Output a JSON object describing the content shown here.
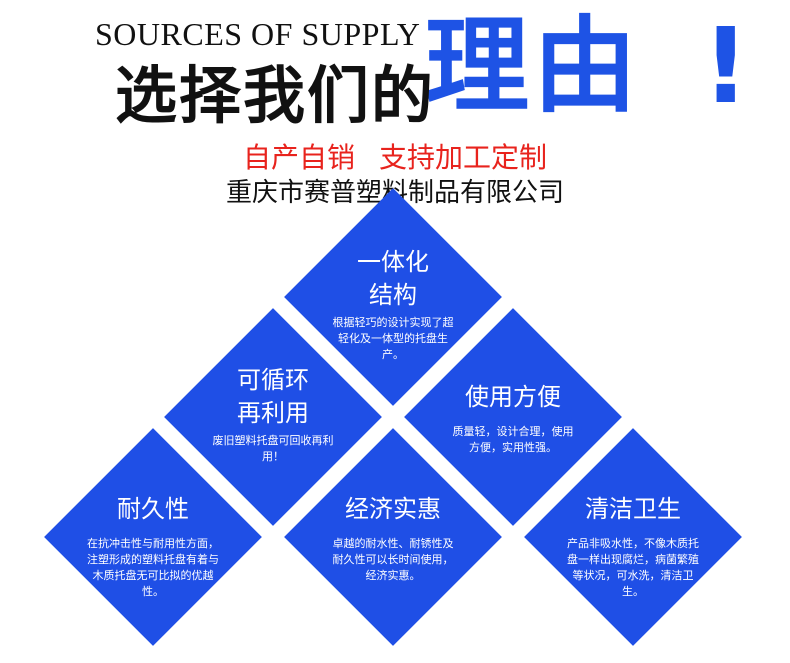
{
  "header": {
    "sources": "SOURCES OF SUPPLY",
    "title_black": "选择我们的",
    "title_blue": "理由",
    "title_excl": "!",
    "slogan_left": "自产自销",
    "slogan_right": "支持加工定制",
    "company": "重庆市赛普塑料制品有限公司"
  },
  "features": [
    {
      "title_l1": "一体化",
      "title_l2": "结构",
      "desc": "根据轻巧的设计实现了超轻化及一体型的托盘生产。"
    },
    {
      "title_l1": "可循环",
      "title_l2": "再利用",
      "desc": "废旧塑料托盘可回收再利用！"
    },
    {
      "title_l1": "使用方便",
      "title_l2": "",
      "desc": "质量轻，设计合理，使用方便，实用性强。"
    },
    {
      "title_l1": "耐久性",
      "title_l2": "",
      "desc": "在抗冲击性与耐用性方面，注塑形成的塑料托盘有着与木质托盘无可比拟的优越性。"
    },
    {
      "title_l1": "经济实惠",
      "title_l2": "",
      "desc": "卓越的耐水性、耐锈性及耐久性可以长时间使用，经济实惠。"
    },
    {
      "title_l1": "清洁卫生",
      "title_l2": "",
      "desc": "产品非吸水性，不像木质托盘一样出现腐烂，病菌繁殖等状况，可水洗，清洁卫生。"
    }
  ],
  "colors": {
    "diamond": "#1f4fe6",
    "accent_blue": "#1e53e5",
    "slogan_red": "#e8231d"
  }
}
